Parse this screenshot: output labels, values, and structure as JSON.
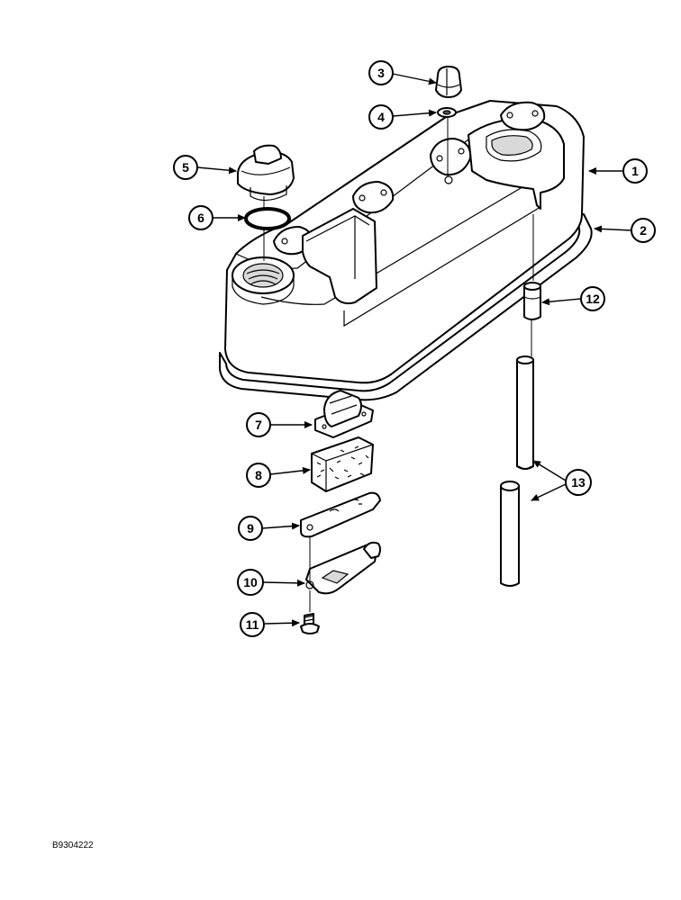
{
  "figure_code": "B9304222",
  "callouts": [
    "1",
    "2",
    "3",
    "4",
    "5",
    "6",
    "7",
    "8",
    "9",
    "10",
    "11",
    "12",
    "13"
  ],
  "colors": {
    "line": "#000000",
    "background": "#ffffff",
    "shade": "#d9d9d9"
  }
}
